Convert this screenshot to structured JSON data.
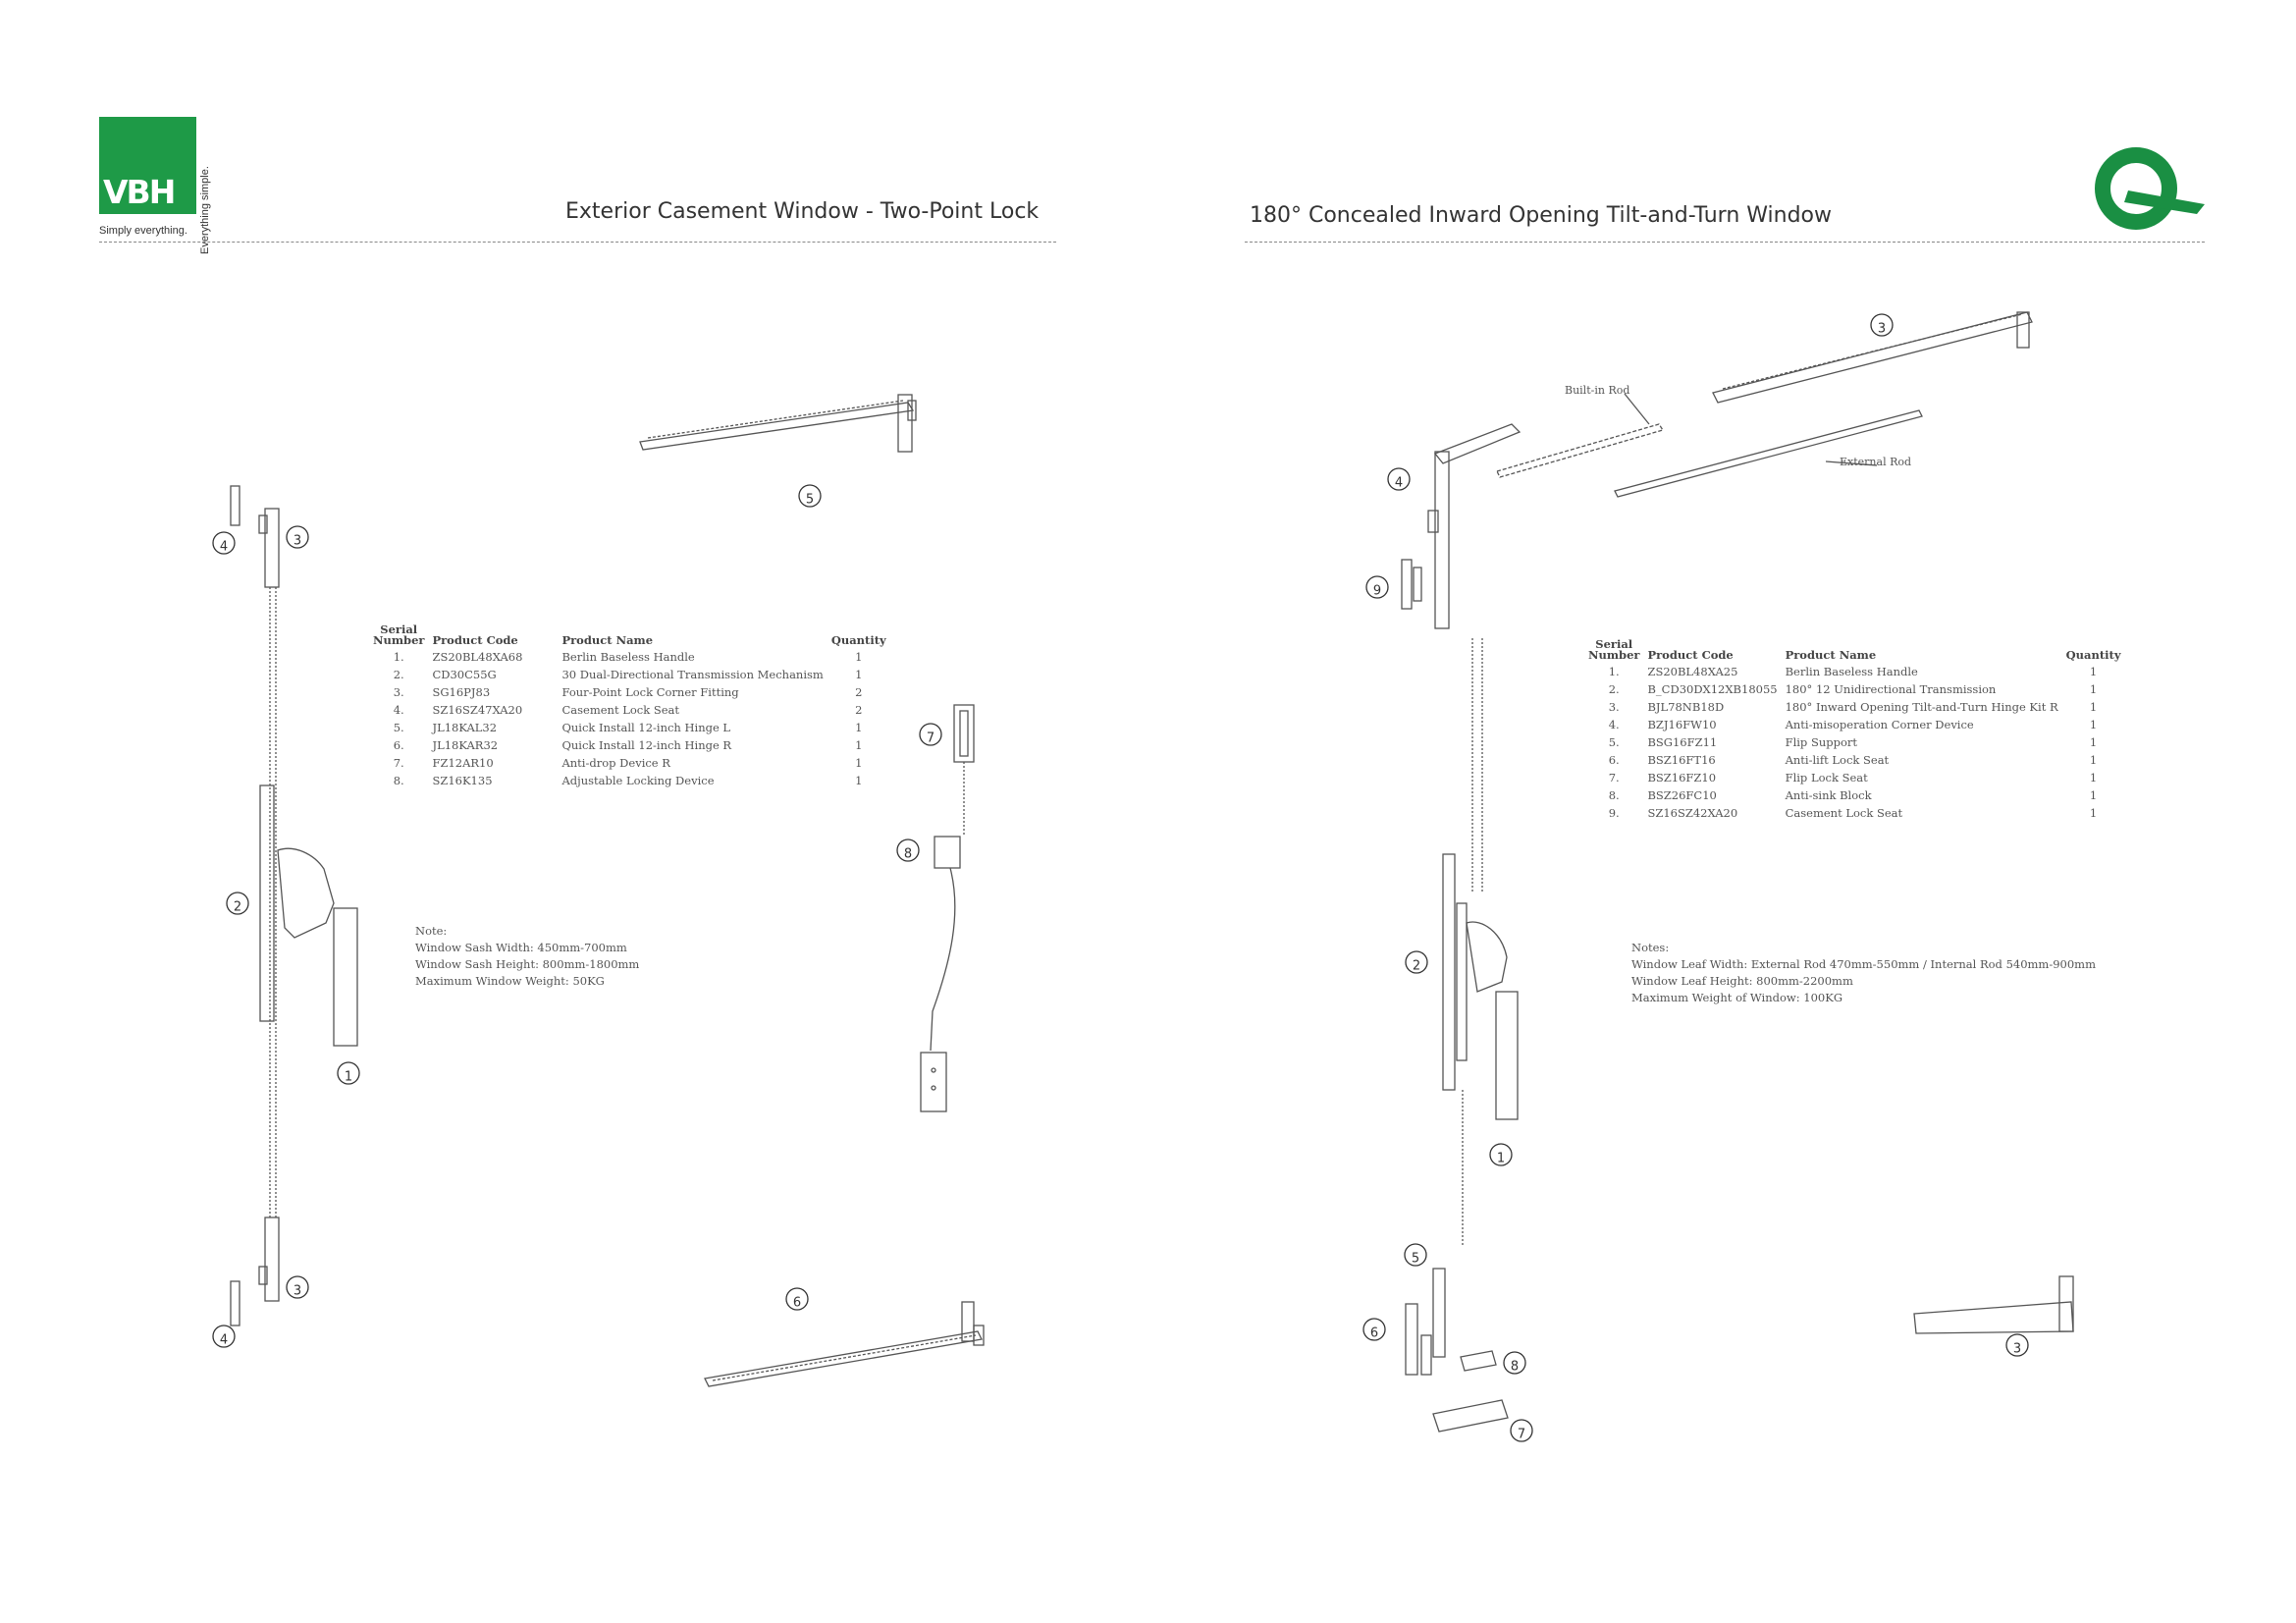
{
  "left": {
    "logo": {
      "brand": "VBH",
      "tagline": "Simply everything.",
      "tagline_vertical": "Everything simple."
    },
    "title": "Exterior Casement Window - Two-Point Lock",
    "table": {
      "headers": {
        "serial": "Serial\nNumber",
        "code": "Product Code",
        "name": "Product Name",
        "qty": "Quantity"
      },
      "rows": [
        {
          "serial": "1.",
          "code": "ZS20BL48XA68",
          "name": "Berlin Baseless Handle",
          "qty": "1"
        },
        {
          "serial": "2.",
          "code": "CD30C55G",
          "name": "30 Dual-Directional Transmission Mechanism",
          "qty": "1"
        },
        {
          "serial": "3.",
          "code": "SG16PJ83",
          "name": "Four-Point Lock Corner Fitting",
          "qty": "2"
        },
        {
          "serial": "4.",
          "code": "SZ16SZ47XA20",
          "name": "Casement Lock Seat",
          "qty": "2"
        },
        {
          "serial": "5.",
          "code": "JL18KAL32",
          "name": "Quick Install 12-inch Hinge L",
          "qty": "1"
        },
        {
          "serial": "6.",
          "code": "JL18KAR32",
          "name": "Quick Install 12-inch Hinge R",
          "qty": "1"
        },
        {
          "serial": "7.",
          "code": "FZ12AR10",
          "name": "Anti-drop Device R",
          "qty": "1"
        },
        {
          "serial": "8.",
          "code": "SZ16K135",
          "name": "Adjustable Locking Device",
          "qty": "1"
        }
      ]
    },
    "note": {
      "heading": "Note:",
      "lines": [
        "Window Sash Width: 450mm-700mm",
        "Window Sash Height: 800mm-1800mm",
        "Maximum Window Weight: 50KG"
      ]
    },
    "callouts": [
      "①",
      "②",
      "③",
      "③",
      "④",
      "④",
      "⑤",
      "⑥",
      "⑦",
      "⑧"
    ]
  },
  "right": {
    "title": "180° Concealed Inward Opening Tilt-and-Turn Window",
    "labels": {
      "built_in_rod": "Built-in Rod",
      "external_rod": "External Rod"
    },
    "table": {
      "headers": {
        "serial": "Serial\nNumber",
        "code": "Product Code",
        "name": "Product Name",
        "qty": "Quantity"
      },
      "rows": [
        {
          "serial": "1.",
          "code": "ZS20BL48XA25",
          "name": "Berlin Baseless Handle",
          "qty": "1"
        },
        {
          "serial": "2.",
          "code": "B_CD30DX12XB18055",
          "name": "180° 12 Unidirectional Transmission",
          "qty": "1"
        },
        {
          "serial": "3.",
          "code": "BJL78NB18D",
          "name": "180° Inward Opening Tilt-and-Turn Hinge Kit R",
          "qty": "1"
        },
        {
          "serial": "4.",
          "code": "BZJ16FW10",
          "name": "Anti-misoperation Corner Device",
          "qty": "1"
        },
        {
          "serial": "5.",
          "code": "BSG16FZ11",
          "name": "Flip Support",
          "qty": "1"
        },
        {
          "serial": "6.",
          "code": "BSZ16FT16",
          "name": "Anti-lift Lock Seat",
          "qty": "1"
        },
        {
          "serial": "7.",
          "code": "BSZ16FZ10",
          "name": "Flip Lock Seat",
          "qty": "1"
        },
        {
          "serial": "8.",
          "code": "BSZ26FC10",
          "name": "Anti-sink Block",
          "qty": "1"
        },
        {
          "serial": "9.",
          "code": "SZ16SZ42XA20",
          "name": "Casement Lock Seat",
          "qty": "1"
        }
      ]
    },
    "note": {
      "heading": "Notes:",
      "lines": [
        "Window Leaf Width: External Rod 470mm-550mm / Internal Rod 540mm-900mm",
        "Window Leaf Height: 800mm-2200mm",
        "Maximum Weight of Window: 100KG"
      ]
    },
    "callouts": [
      "①",
      "②",
      "③",
      "③",
      "④",
      "⑤",
      "⑥",
      "⑦",
      "⑧",
      "⑨"
    ]
  },
  "colors": {
    "vbh_green": "#1e9a47",
    "q_green": "#1a8f43",
    "rule": "#888888",
    "line": "#555555"
  }
}
